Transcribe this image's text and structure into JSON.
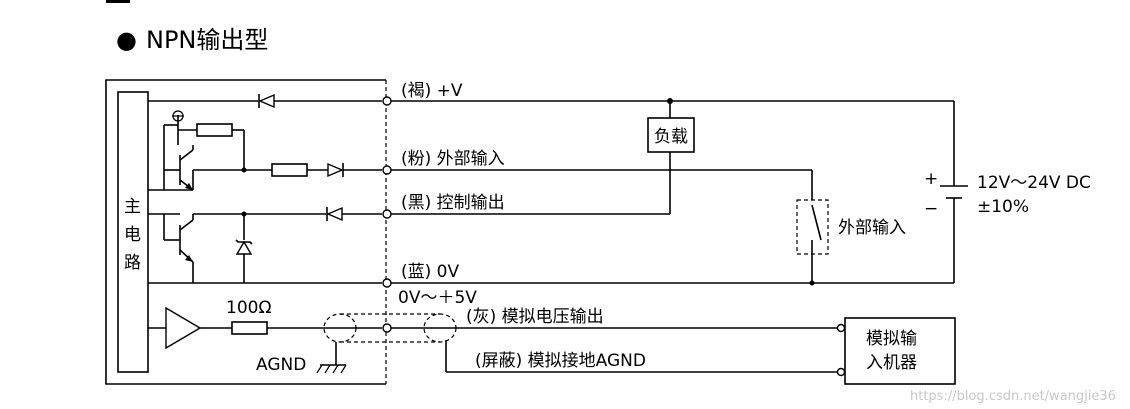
{
  "title": "NPN输出型",
  "bullet": "●",
  "block_label": [
    "主",
    "电",
    "路"
  ],
  "wires": {
    "brown": "(褐) +V",
    "pink": "(粉) 外部输入",
    "black": "(黑) 控制输出",
    "blue": "(蓝) 0V",
    "range": "0V～＋5V",
    "gray": "(灰) 模拟电压输出",
    "shield": "(屏蔽) 模拟接地AGND"
  },
  "components": {
    "load": "负载",
    "resistor": "100Ω",
    "agnd": "AGND",
    "external_input": "外部输入",
    "analog_input": [
      "模拟输",
      "入机器"
    ]
  },
  "supply": {
    "plus": "+",
    "minus": "−",
    "voltage": "12V～24V DC",
    "tolerance": "±10%"
  },
  "watermark": "https://blog.csdn.net/wangjie36"
}
